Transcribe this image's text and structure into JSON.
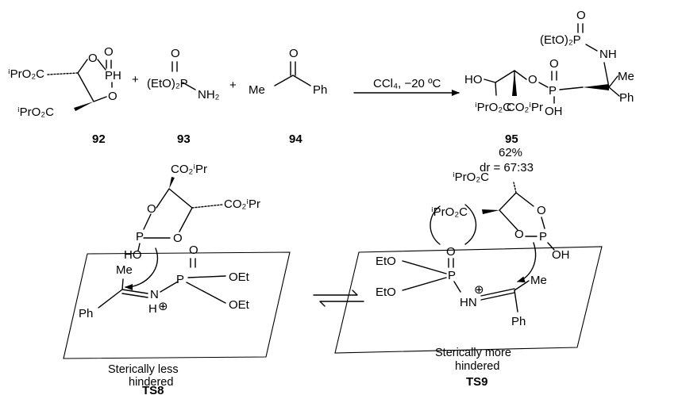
{
  "compounds": {
    "c92": {
      "label": "92",
      "ester_top": "ⁱPrO₂C",
      "ester_bottom": "ⁱPrO₂C",
      "ring_O_top": "O",
      "ring_O_bottom": "O",
      "P_oxo": "O",
      "PH": "PH"
    },
    "c93": {
      "label": "93",
      "formula": "(EtO)₂P",
      "nh2": "NH₂",
      "oxo": "O"
    },
    "c94": {
      "label": "94",
      "me": "Me",
      "ph": "Ph",
      "oxo": "O"
    },
    "c95": {
      "label": "95",
      "yield": "62%",
      "dr": "dr = 67:33",
      "ho": "HO",
      "ester_left": "ⁱPrO₂C",
      "ester_mid": "CO₂ⁱPr",
      "ether_O": "O",
      "phos_top": "(EtO)₂P",
      "phos_top_O": "O",
      "nh": "NH",
      "me": "Me",
      "ph": "Ph",
      "P": "P",
      "P_oxo": "O",
      "oh": "OH"
    }
  },
  "plus_sign": "+",
  "reaction_conditions": "CCl₄, −20 ºC",
  "ts8": {
    "label": "TS8",
    "caption_line1": "Sterically less",
    "caption_line2": "hindered",
    "ester_top": "CO₂ⁱPr",
    "ester_right": "CO₂ⁱPr",
    "ring_O_left": "O",
    "ring_O_right": "O",
    "P": "P",
    "ho": "HO",
    "me": "Me",
    "ph": "Ph",
    "N": "N",
    "H": "H",
    "charge": "⊕",
    "phos_P": "P",
    "phos_O": "O",
    "oet1": "OEt",
    "oet2": "OEt"
  },
  "ts9": {
    "label": "TS9",
    "caption_line1": "Sterically more",
    "caption_line2": "hindered",
    "ester_top": "ⁱPrO₂C",
    "ester_left": "ⁱPrO₂C",
    "ring_O_top": "O",
    "ring_O_bottom": "O",
    "P": "P",
    "oh": "OH",
    "eto1": "EtO",
    "eto2": "EtO",
    "phos_P": "P",
    "phos_O": "O",
    "hn": "HN",
    "charge": "⊕",
    "me": "Me",
    "ph": "Ph"
  }
}
